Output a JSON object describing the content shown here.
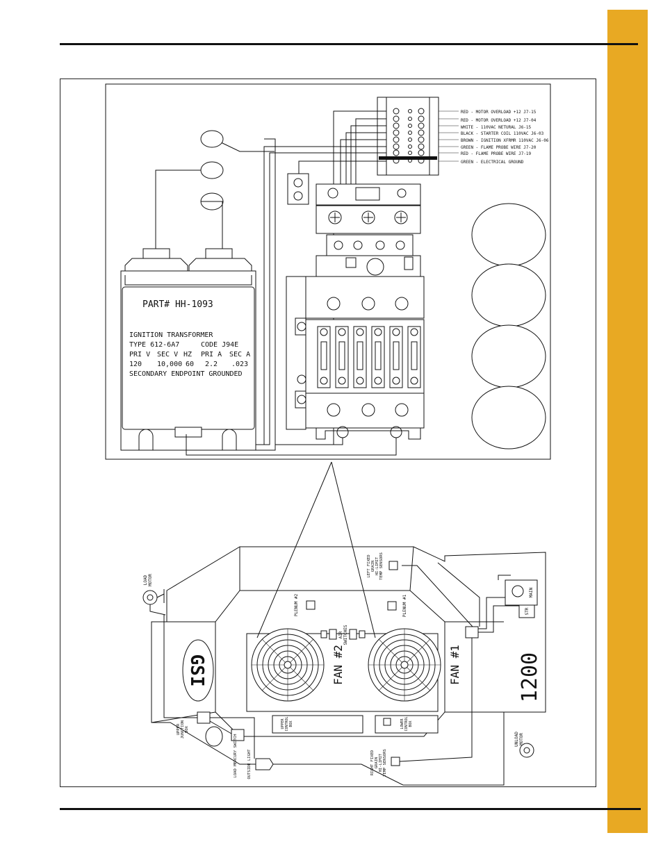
{
  "accent_color": "#e8a923",
  "wiring_labels": [
    "RED  -  MOTOR OVERLOAD  +12    J7-15",
    "RED  -  MOTOR OVERLOAD  +12    J7-04",
    "WHITE  -  110VAC NETURAL  J6-15",
    "BLACK  -  STARTER COIL  110VAC  J6-03",
    "BROWN  -  IGNITION XFRMR  110VAC  J6-06",
    "GREEN  -  FLAME PROBE WIRE  J7-20",
    "RED  -  FLAME PROBE WIRE  J7-19",
    "GREEN  -  ELECTRICAL GROUND"
  ],
  "transformer": {
    "part": "PART# HH-1093",
    "title": "IGNITION TRANSFORMER",
    "type": "TYPE 612-6A7",
    "code": "CODE J94E",
    "headers": [
      "PRI V",
      "SEC V",
      "HZ",
      "PRI A",
      "SEC A"
    ],
    "values": [
      "120",
      "10,000",
      "60",
      "2.2",
      ".023"
    ],
    "note": "SECONDARY ENDPOINT GROUNDED"
  },
  "dryer": {
    "model": "1200",
    "logo": "GSI",
    "fan1": "FAN #1",
    "fan2": "FAN #2",
    "plenum1": "PLENUM #1",
    "plenum2": "PLENUM #2",
    "load_motor": [
      "LOAD",
      "MOTOR"
    ],
    "unload_motor": [
      "UNLOAD",
      "MOTOR"
    ],
    "left_sensors": [
      "LEFT FIXED",
      "GRAIN",
      "HI-LIMIT",
      "TEMP SENSORS"
    ],
    "right_sensors": [
      "RIGHT FIXED",
      "GRAIN",
      "HI-LIMIT",
      "TEMP SENSORS"
    ],
    "air_switches": [
      "AIR",
      "SWITCHES"
    ],
    "upper_junction": [
      "UPPER",
      "JUNCTION",
      "BOX"
    ],
    "load_mercury_switch": "LOAD MERCURY SWITCH",
    "outside_light": "OUTSIDE LIGHT",
    "upper_control_box": [
      "UPPER",
      "CONTROL",
      "BOX"
    ],
    "lower_control_box": [
      "LOWER",
      "CONTROL",
      "BOX"
    ],
    "main_disconnect": "MAIN",
    "str": "STR"
  }
}
